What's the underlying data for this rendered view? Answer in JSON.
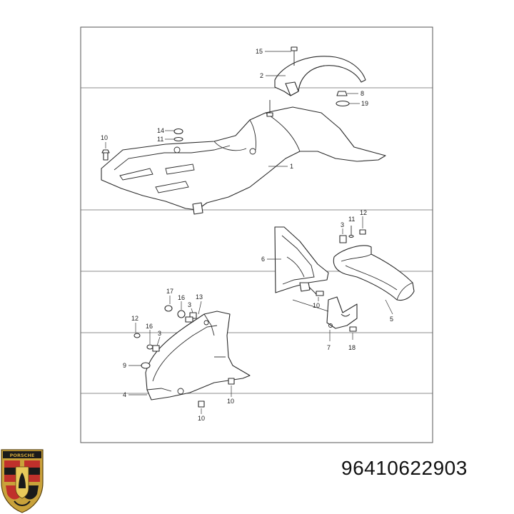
{
  "part_number": "96410622903",
  "crest": {
    "lettering": "PORSCHE",
    "colors": {
      "gold": "#c9a23a",
      "red": "#c0302b",
      "black": "#1a1a1a"
    }
  },
  "callouts": [
    {
      "id": "c15",
      "label": "15"
    },
    {
      "id": "c2",
      "label": "2"
    },
    {
      "id": "c8",
      "label": "8"
    },
    {
      "id": "c19",
      "label": "19"
    },
    {
      "id": "c14",
      "label": "14"
    },
    {
      "id": "c11a",
      "label": "11"
    },
    {
      "id": "c10a",
      "label": "10"
    },
    {
      "id": "c1",
      "label": "1"
    },
    {
      "id": "c3a",
      "label": "3"
    },
    {
      "id": "c11b",
      "label": "11"
    },
    {
      "id": "c12a",
      "label": "12"
    },
    {
      "id": "c6",
      "label": "6"
    },
    {
      "id": "c10b",
      "label": "10"
    },
    {
      "id": "c5",
      "label": "5"
    },
    {
      "id": "c7",
      "label": "7"
    },
    {
      "id": "c18",
      "label": "18"
    },
    {
      "id": "c17",
      "label": "17"
    },
    {
      "id": "c16a",
      "label": "16"
    },
    {
      "id": "c3b",
      "label": "3"
    },
    {
      "id": "c13",
      "label": "13"
    },
    {
      "id": "c12b",
      "label": "12"
    },
    {
      "id": "c16b",
      "label": "16"
    },
    {
      "id": "c3c",
      "label": "3"
    },
    {
      "id": "c9",
      "label": "9"
    },
    {
      "id": "c4",
      "label": "4"
    },
    {
      "id": "c10c",
      "label": "10"
    },
    {
      "id": "c10d",
      "label": "10"
    }
  ]
}
